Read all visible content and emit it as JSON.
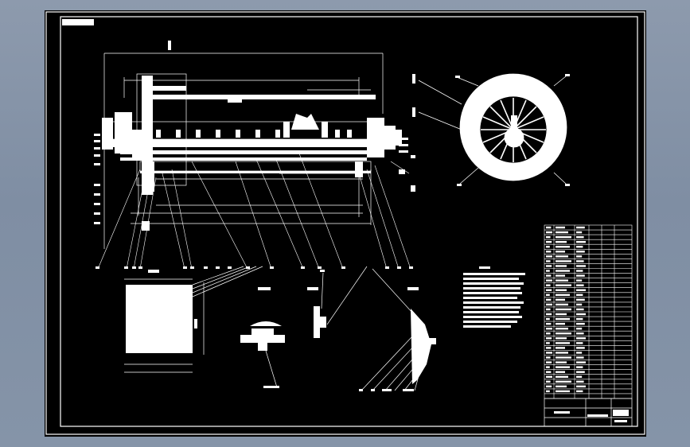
{
  "viewer": {
    "background_color": "#8594a8",
    "drawing_background": "#000000",
    "line_color": "#ffffff"
  },
  "sheet": {
    "title_block_name": "",
    "title_block_drawing_no": "",
    "stamp_text": ""
  },
  "views": [
    {
      "id": "front-elevation",
      "kind": "assembly front view with section"
    },
    {
      "id": "side-disc",
      "kind": "circular end view (impeller / disc)"
    },
    {
      "id": "detail-square",
      "kind": "square plate detail"
    },
    {
      "id": "detail-bearing",
      "kind": "bearing seat detail"
    },
    {
      "id": "detail-bracket",
      "kind": "vertical bracket detail"
    },
    {
      "id": "detail-wedge",
      "kind": "wedge / hub detail"
    }
  ],
  "notes_block": {
    "lines": 10
  },
  "parts_list": {
    "rows": 36,
    "columns": 6
  }
}
